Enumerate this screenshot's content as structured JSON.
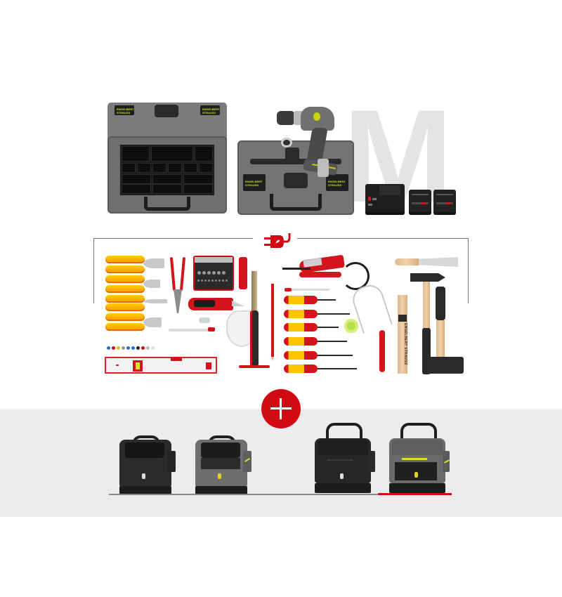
{
  "product_set": {
    "size_letter": "M",
    "size_letter_color": "#e4e4e4"
  },
  "storage": {
    "open_case": {
      "label_left": "ENGELBERT\nSTRAUSS",
      "label_right": "ENGELBERT\nSTRAUSS"
    },
    "drill_case": {
      "label_left": "ENGELBERT\nSTRAUSS",
      "label_right": "ENGELBERT\nSTRAUSS"
    },
    "charger_count": 1,
    "battery_count": 2
  },
  "tool_section": {
    "category_icon": "electric-plug-icon",
    "accent_color": "#d00b13",
    "folding_ruler_brand": "ENGELBERT STRAUSS"
  },
  "addon": {
    "icon": "plus-icon",
    "accent_color": "#d00b13",
    "background_color": "#ececec"
  },
  "bag_options": [
    {
      "name": "tool-bag-open-black",
      "color": "#2b2b2b",
      "style": "open"
    },
    {
      "name": "tool-bag-open-grey",
      "color": "#6e6e6e",
      "style": "open"
    },
    {
      "name": "tool-bag-closed-black",
      "color": "#262626",
      "style": "closed"
    },
    {
      "name": "tool-bag-closed-grey",
      "color": "#6a6a6a",
      "style": "closed"
    }
  ],
  "selection": {
    "selected_index": 3,
    "track_color": "#8a8a8a",
    "active_color": "#d00b13"
  }
}
